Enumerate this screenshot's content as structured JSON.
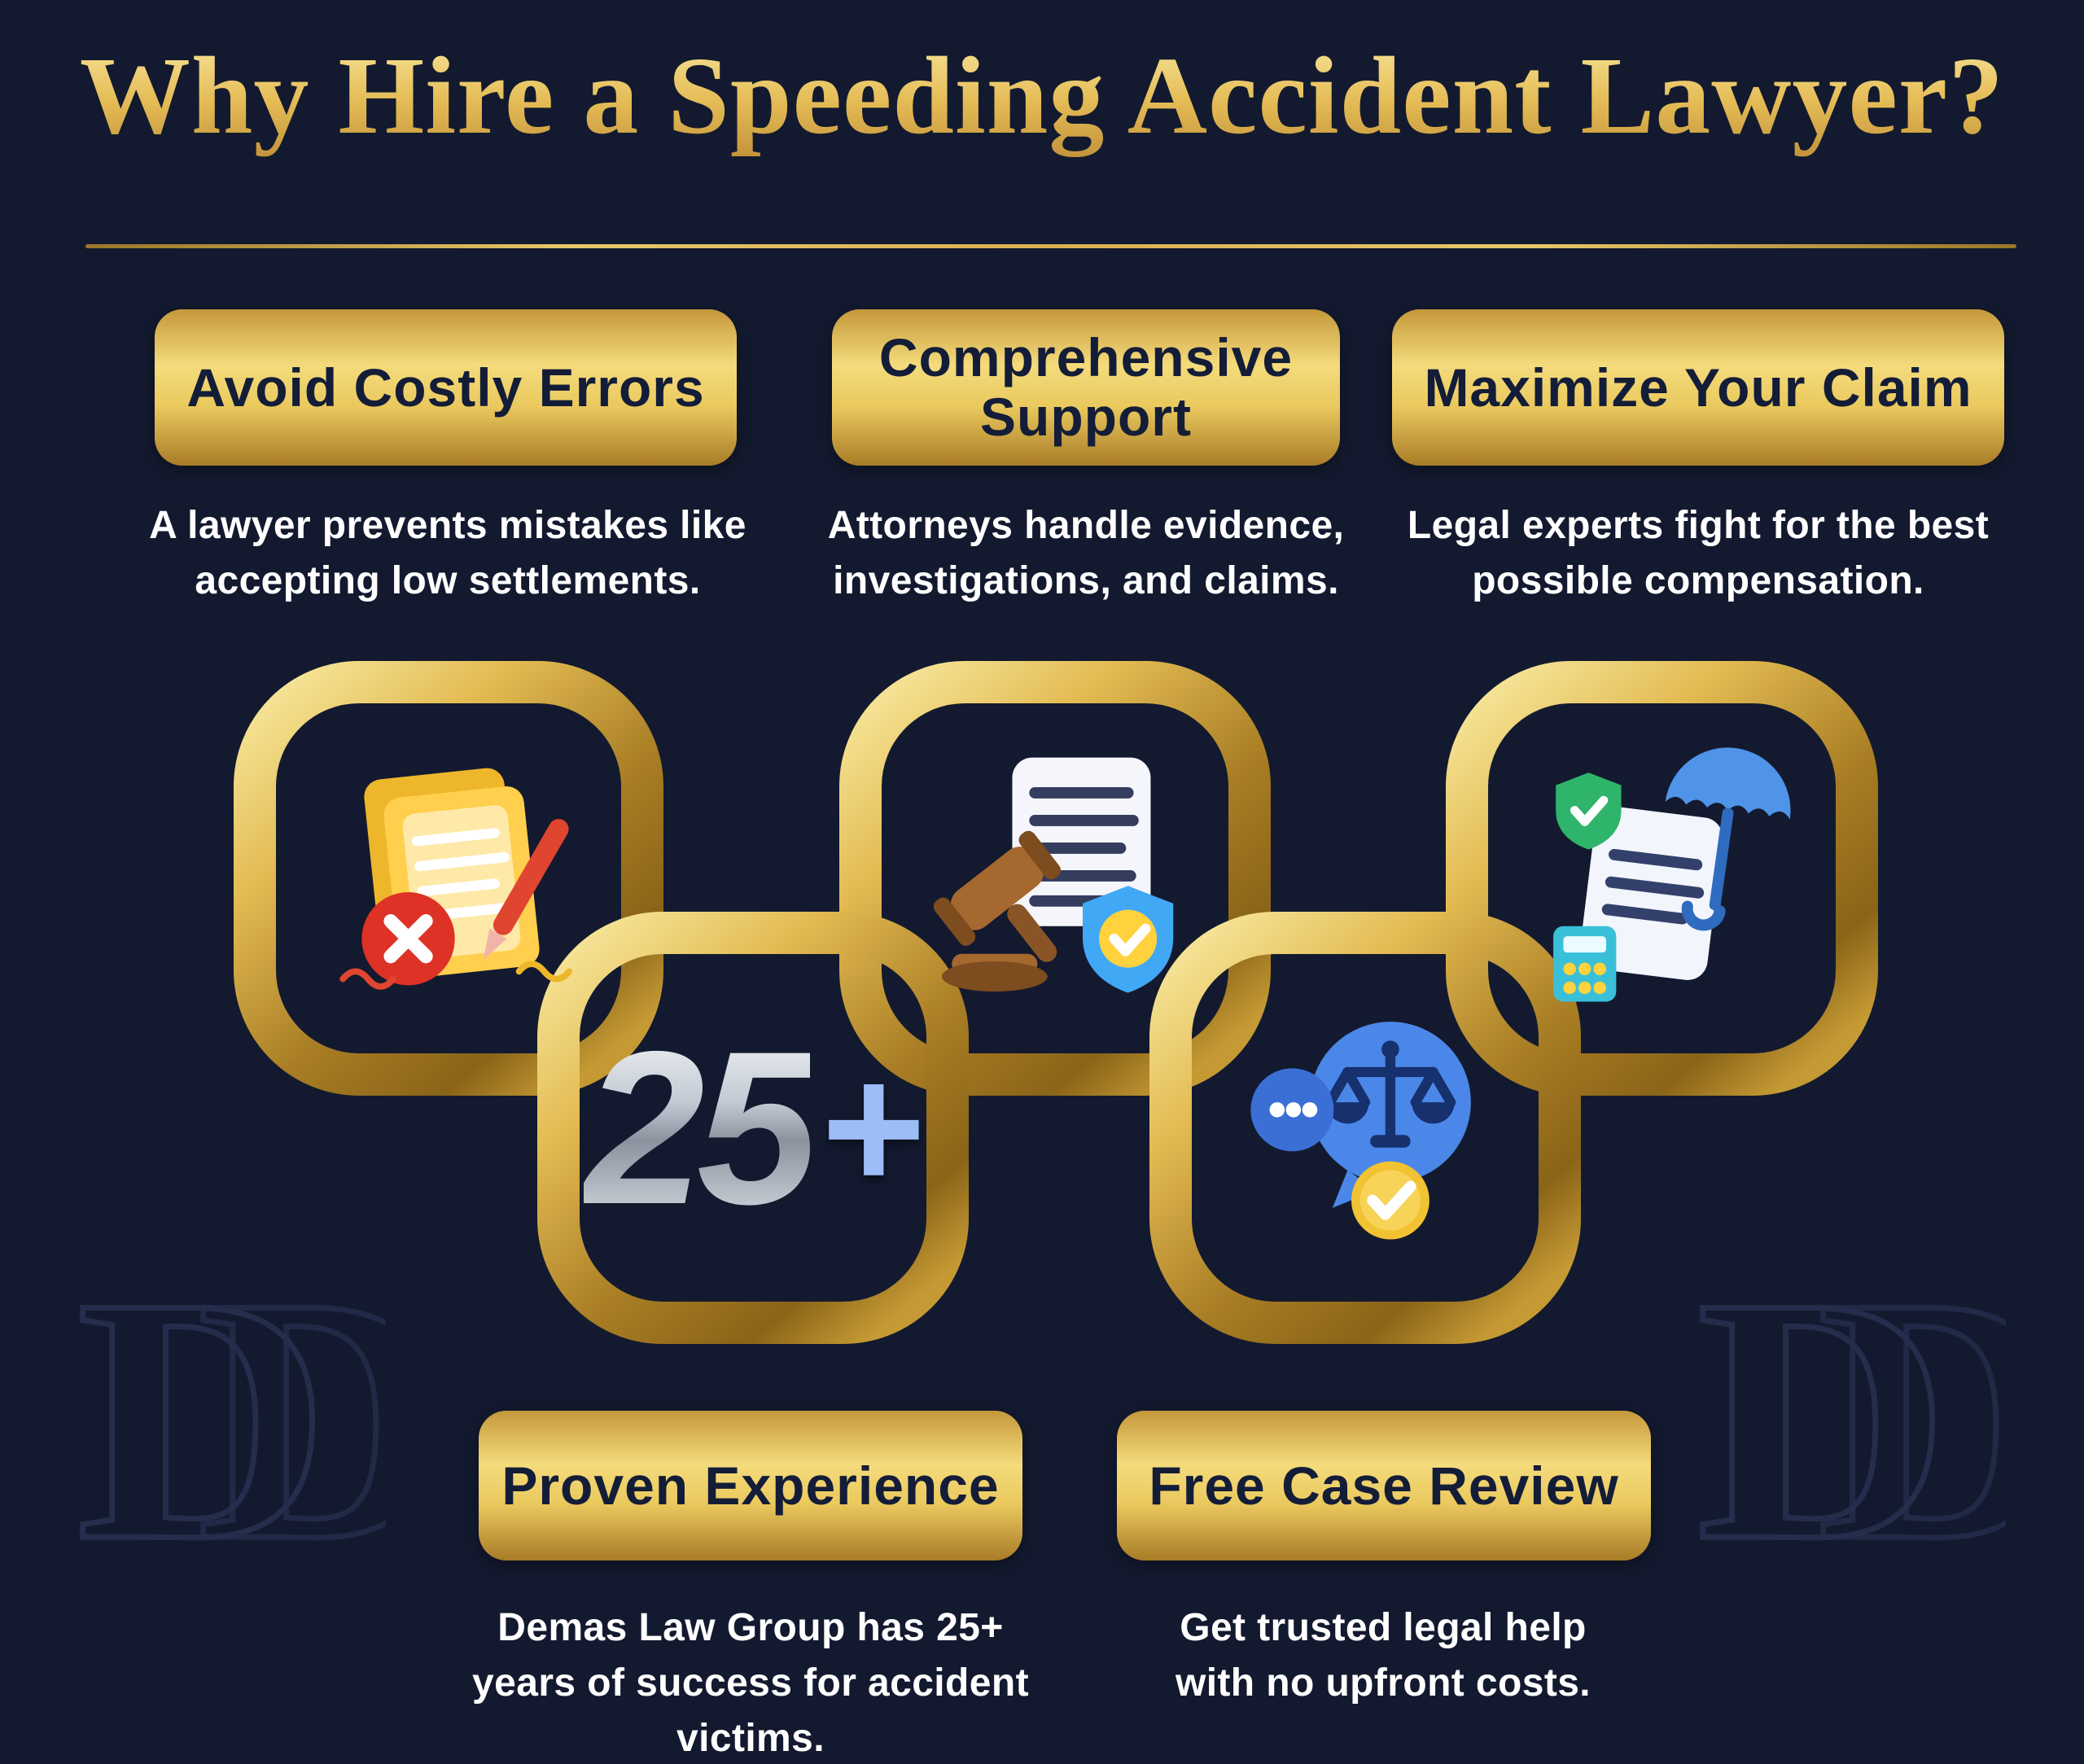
{
  "header": {
    "title": "Why Hire a Speeding Accident Lawyer?"
  },
  "benefit_cards": [
    {
      "title": "Avoid Costly Errors",
      "description": "A lawyer prevents mistakes like accepting low settlements."
    },
    {
      "title": "Comprehensive Support",
      "description": "Attorneys handle evidence, investigations, and claims."
    },
    {
      "title": "Maximize Your Claim",
      "description": "Legal experts fight for the best possible compensation."
    },
    {
      "title": "Proven Experience",
      "description": "Demas Law Group has 25+ years of success for accident victims."
    },
    {
      "title": "Free Case Review",
      "description": "Get trusted legal help with no upfront costs."
    }
  ],
  "chain": {
    "experience_number": "25",
    "experience_plus": "+",
    "icons": [
      "rejected-settlement-document-icon",
      "gavel-legal-document-shield-icon",
      "insurance-umbrella-document-icon",
      "experience-25-plus-badge",
      "justice-scales-chat-check-icon"
    ]
  },
  "watermark_letter": "D",
  "colors": {
    "background": "#131a2f",
    "gold": "#e0b54f",
    "badge_text": "#141d38",
    "description_text": "#ffffff"
  }
}
